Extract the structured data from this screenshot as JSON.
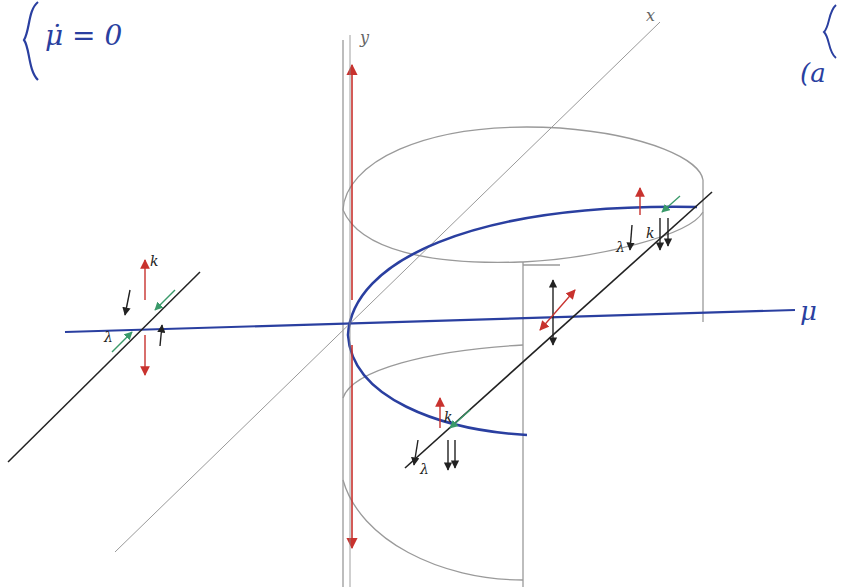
{
  "diagram": {
    "labels": [
      "μ̇ = 0",
      "y",
      "x",
      "μ",
      "(a",
      "k",
      "λ",
      "k",
      "λ",
      "k",
      "λ"
    ]
  }
}
